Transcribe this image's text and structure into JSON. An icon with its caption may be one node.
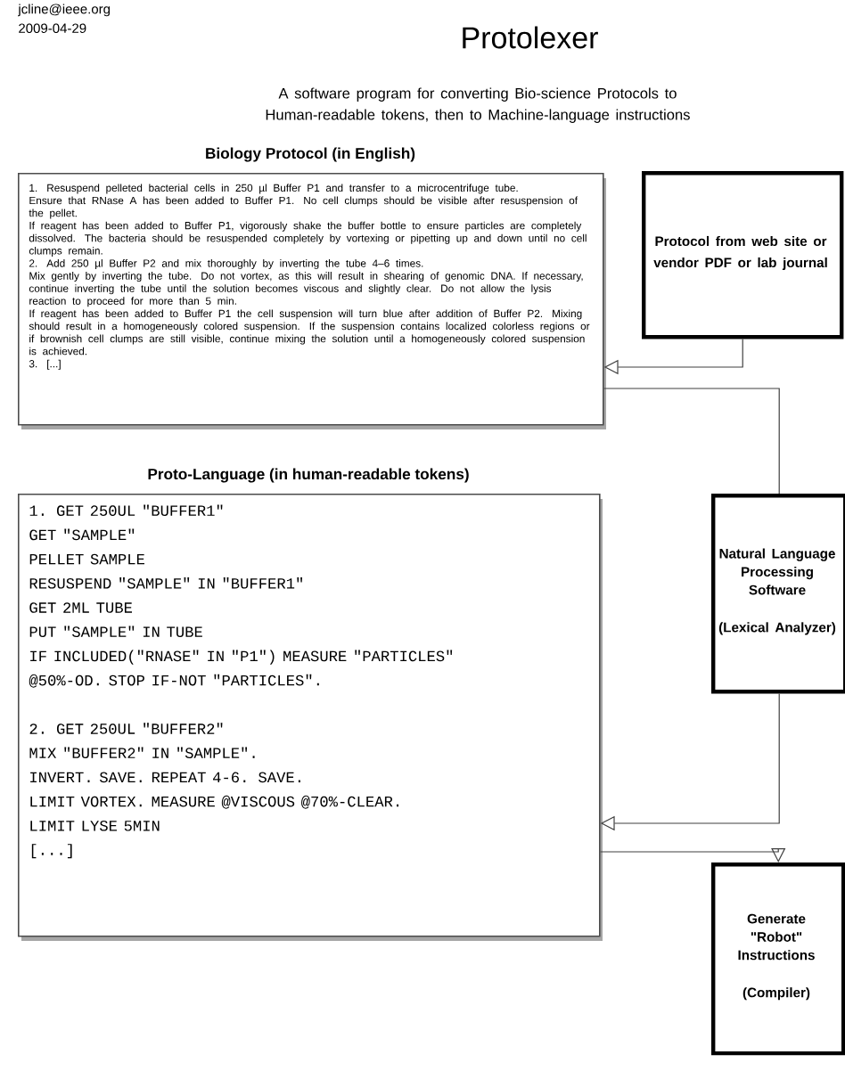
{
  "diagram": {
    "title": "Protolexer",
    "nodes": [
      {
        "text": [
          "Biology Protocol (in English)",
          "1. Resuspend pelleted bacterial cells in 250 µl Buffer P1 and transfer to a microcentrifuge tube.",
          "Ensure that RNase A has been added to Buffer P1. No cell clumps should be visible after resuspension of the pellet.",
          "If reagent has been added to Buffer P1, vigorously shake the buffer bottle to ensure particles are completely dissolved. The bacteria should be resuspended completely by vortexing or pipetting up and down until no cell clumps remain.",
          "2. Add 250 µl Buffer P2 and mix thoroughly by inverting the tube 4–6 times.",
          "Mix gently by inverting the tube. Do not vortex, as this will result in shearing of genomic DNA. If necessary, continue inverting the tube until the solution becomes viscous and slightly clear. Do not allow the lysis reaction to proceed for more than 5 min.",
          "If reagent has been added to Buffer P1 the cell suspension will turn blue after addition of Buffer P2. Mixing should result in a homogeneously colored suspension. If the suspension contains localized colorless regions or if brownish cell clumps are still visible, continue mixing the solution until a homogeneously colored suspension is achieved.",
          "3. [...]"
        ]
      },
      {
        "text": [
          "Protocol from web site or vendor PDF or lab journal"
        ]
      },
      {
        "text": [
          "Natural Language Processing Software",
          "(Lexical Analyzer)"
        ]
      },
      {
        "text": [
          "Proto-Language (in human-readable tokens)",
          "1. GET 250UL \"BUFFER1\"",
          "GET \"SAMPLE\"",
          "PELLET SAMPLE",
          "RESUSPEND \"SAMPLE\" IN \"BUFFER1\"",
          "GET 2ML TUBE",
          "PUT \"SAMPLE\" IN TUBE",
          "IF INCLUDED(\"RNASE\" IN \"P1\") MEASURE \"PARTICLES\"",
          "@50%-OD. STOP IF-NOT \"PARTICLES\".",
          "2. GET 250UL \"BUFFER2\"",
          "MIX \"BUFFER2\" IN \"SAMPLE\".",
          "INVERT. SAVE. REPEAT 4-6. SAVE.",
          "LIMIT VORTEX. MEASURE @VISCOUS @70%-CLEAR.",
          "LIMIT LYSE 5MIN",
          "[...]"
        ]
      },
      {
        "text": [
          "Generate \"Robot\" Instructions",
          "(Compiler)"
        ]
      }
    ],
    "edges": [
      {
        "from": 1,
        "to": 0,
        "arrow": "to"
      },
      {
        "from": 0,
        "to": 2,
        "arrow": "none"
      },
      {
        "from": 2,
        "to": 3,
        "arrow": "to"
      },
      {
        "from": 3,
        "to": 4,
        "arrow": "to"
      }
    ],
    "labels": [
      "jcline@ieee.org",
      "2009-04-29",
      "A software program for converting Bio-science Protocols to Human-readable tokens, then to Machine-language instructions"
    ]
  }
}
